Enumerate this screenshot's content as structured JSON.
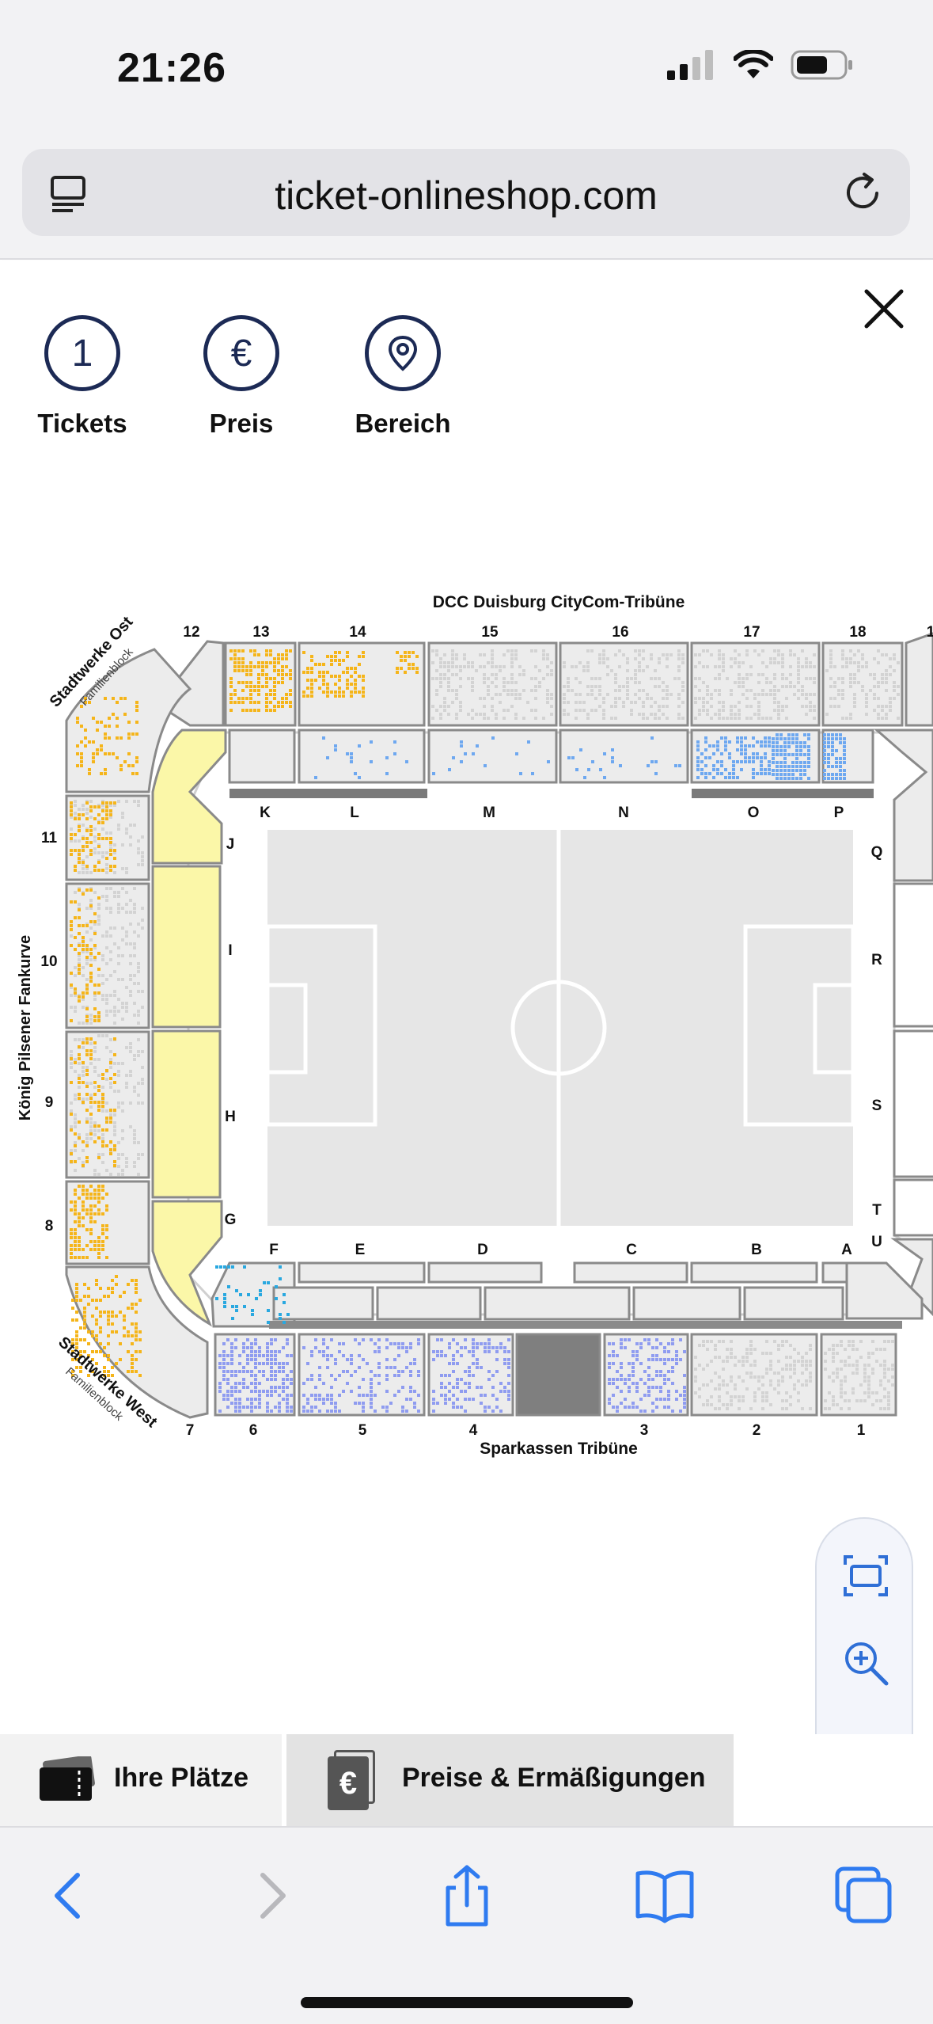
{
  "status_bar": {
    "time": "21:26"
  },
  "browser": {
    "url": "ticket-onlineshop.com"
  },
  "filters": {
    "tickets_count": "1",
    "tickets_label": "Tickets",
    "price_symbol": "€",
    "price_label": "Preis",
    "area_label": "Bereich"
  },
  "stadium": {
    "north_stand": "DCC Duisburg CityCom-Tribüne",
    "south_stand": "Sparkassen Tribüne",
    "west_stand": "König Pilsener Fankurve",
    "northwest_stand": "Stadtwerke Ost",
    "northwest_sub": "Familienblock",
    "southwest_stand": "Stadtwerke West",
    "southwest_sub": "Familienblock",
    "top_blocks": [
      "12",
      "13",
      "14",
      "15",
      "16",
      "17",
      "18",
      "1"
    ],
    "bottom_blocks": [
      "7",
      "6",
      "5",
      "4",
      "3",
      "2",
      "1"
    ],
    "left_blocks": [
      "11",
      "10",
      "9",
      "8"
    ],
    "top_inner_letters": [
      "K",
      "L",
      "M",
      "N",
      "O",
      "P"
    ],
    "bottom_inner_letters": [
      "F",
      "E",
      "D",
      "C",
      "B",
      "A"
    ],
    "left_inner_letters": [
      "J",
      "I",
      "H",
      "G"
    ],
    "right_inner_letters": [
      "Q",
      "R",
      "S",
      "T",
      "U"
    ],
    "colors": {
      "orange": "#f5b51a",
      "blue": "#6ea8f0",
      "purple": "#8f9cf0",
      "cyan": "#29a8e0",
      "yellow": "#fbf7a8",
      "pitch": "#e6e6e6"
    }
  },
  "tabs": {
    "your_seats": "Ihre Plätze",
    "prices": "Preise & Ermäßigungen",
    "prices_icon_glyph": "€"
  }
}
